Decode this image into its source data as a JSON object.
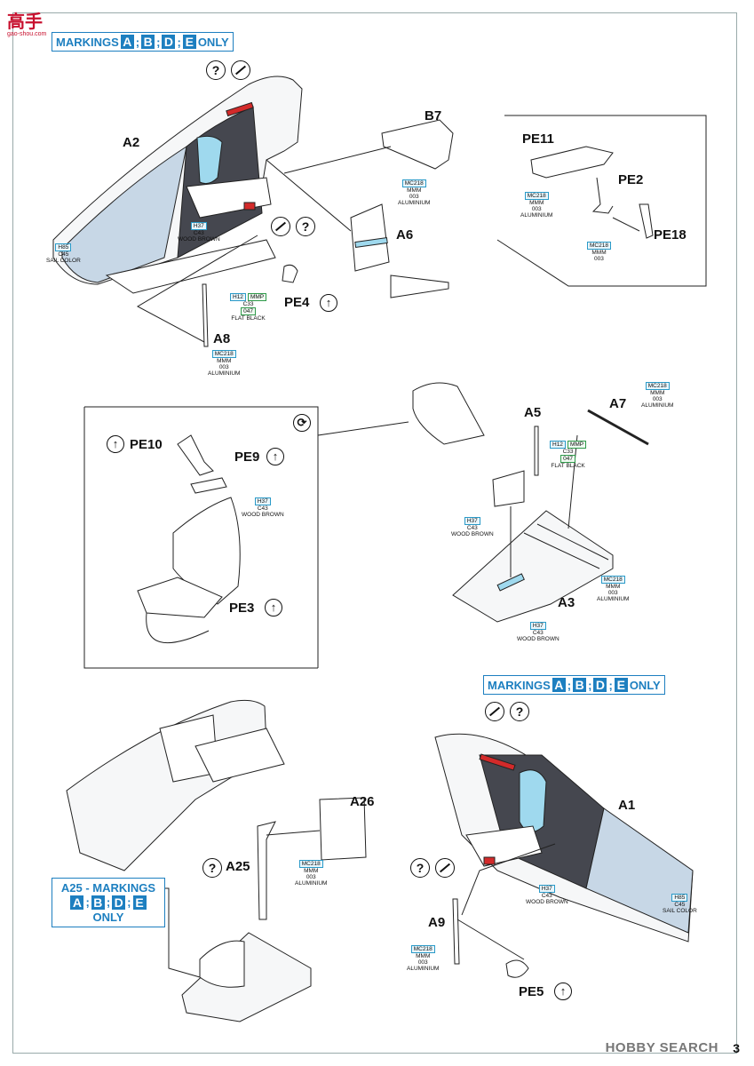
{
  "watermark": {
    "brand": "高手",
    "site": "gao-shou.com"
  },
  "footer": {
    "brand": "HOBBY SEARCH",
    "page_number": "3"
  },
  "markings": {
    "top": {
      "prefix": "MARKINGS",
      "letters": [
        "A",
        "B",
        "D",
        "E"
      ],
      "suffix": "ONLY"
    },
    "mid": {
      "prefix": "MARKINGS",
      "letters": [
        "A",
        "B",
        "D",
        "E"
      ],
      "suffix": "ONLY"
    },
    "bottom": {
      "prefix": "A25 - MARKINGS",
      "letters": [
        "A",
        "B",
        "D",
        "E"
      ],
      "suffix": "ONLY"
    }
  },
  "symbols": {
    "question": "?",
    "up": "↑",
    "rotate": "⟳"
  },
  "parts": {
    "a2": "A2",
    "b7": "B7",
    "pe11": "PE11",
    "pe2": "PE2",
    "pe18": "PE18",
    "a6": "A6",
    "pe4": "PE4",
    "a8": "A8",
    "a5": "A5",
    "a7": "A7",
    "pe10": "PE10",
    "pe9": "PE9",
    "pe3": "PE3",
    "a3": "A3",
    "a1": "A1",
    "a26": "A26",
    "a25": "A25",
    "a9": "A9",
    "pe5": "PE5"
  },
  "paints": {
    "sail": {
      "code1": "H85",
      "code2": "C45",
      "name": "SAIL COLOR"
    },
    "wood": {
      "code1": "H37",
      "code2": "C43",
      "name": "WOOD BROWN"
    },
    "alu": {
      "code1": "MC218",
      "code2": "MMM",
      "code3": "003",
      "name": "ALUMINIUM"
    },
    "black": {
      "code1": "H12",
      "code2": "C33",
      "code3": "MMP",
      "code4": "047",
      "name": "FLAT BLACK"
    }
  },
  "colors": {
    "line": "#222222",
    "cockpit": "#45474f",
    "blue_detail": "#9fd9ee",
    "red_detail": "#d32a2a",
    "sail_fill": "#c7d7e6",
    "marking_blue": "#1d7fc0"
  }
}
